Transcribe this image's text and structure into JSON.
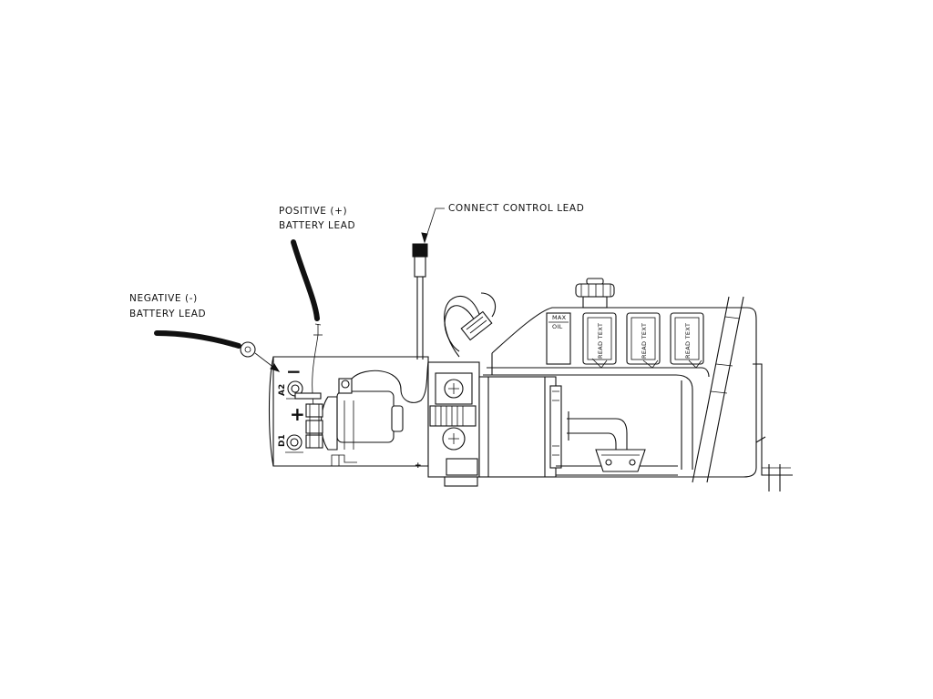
{
  "labels": {
    "positive_line1": "POSITIVE (+)",
    "positive_line2": "BATTERY LEAD",
    "negative_line1": "NEGATIVE (-)",
    "negative_line2": "BATTERY LEAD",
    "control": "CONNECT CONTROL LEAD"
  },
  "terminals": {
    "a2": "A2",
    "d1": "D1",
    "minus": "−",
    "plus": "+"
  },
  "reservoir": {
    "max": "MAX",
    "oil": "OIL",
    "read_text": [
      "READ TEXT",
      "READ TEXT",
      "READ TEXT"
    ]
  }
}
